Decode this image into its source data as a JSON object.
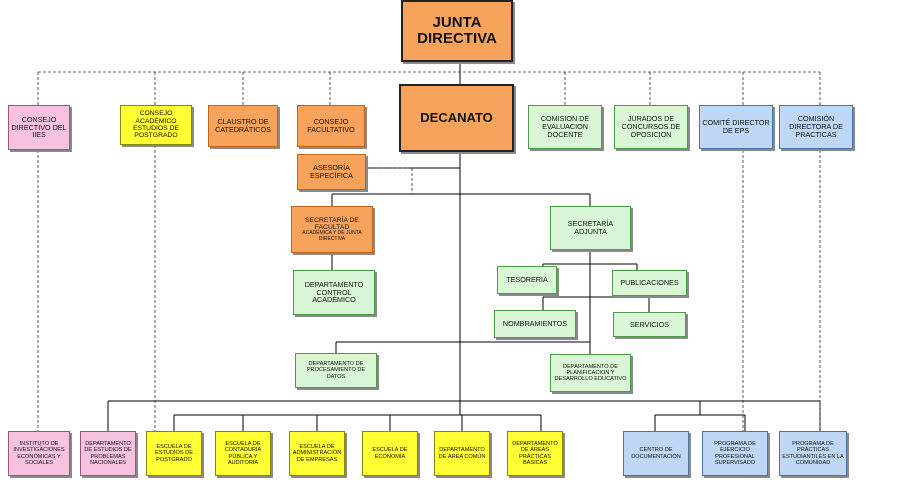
{
  "nodes": {
    "junta": "JUNTA DIRECTIVA",
    "decanato": "DECANATO",
    "consejo_iies": "CONSEJO DIRECTIVO DEL IIES",
    "consejo_postgrado": "CONSEJO ACADÉMICO ESTUDIOS DE POSTGRADO",
    "claustro": "CLAUSTRO DE CATEDRÁTICOS",
    "consejo_facultativo": "CONSEJO FACULTATIVO",
    "comision_evaluacion": "COMISION DE EVALUACION DOCENTE",
    "jurados": "JURADOS DE CONCURSOS DE OPOSICION",
    "comite_eps": "COMITÉ DIRECTOR DE EPS",
    "comision_practicas": "COMISIÓN DIRECTORA DE PRACTICAS",
    "asesoria": "ASESORÍA ESPECÍFICA",
    "secretaria_facultad": "SECRETARÍA DE FACULTAD",
    "secretaria_facultad_sub": "ACADÉMICA Y DE JUNTA DIRECTIVA",
    "secretaria_adjunta": "SECRETARÍA ADJUNTA",
    "control_academico": "DEPARTAMENTO CONTROL ACADÉMICO",
    "tesoreria": "TESORERIA",
    "publicaciones": "PUBLICACIONES",
    "nombramientos": "NOMBRAMIENTOS",
    "servicios": "SERVICIOS",
    "procesamiento_datos": "DEPARTAMENTO DE PROCESAMIENTO DE DATOS",
    "planificacion": "DEPARTAMENTO DE PLANIFICACION Y DESARROLLO EDUCATIVO",
    "instituto": "INSTITUTO DE INVESTIGACIONES ECONÓMICAS Y SOCIALES",
    "depto_problemas": "DEPARTAMENTO DE ESTUDIOS DE PROBLEMAS NACIONALES",
    "escuela_postgrado": "ESCUELA DE ESTUDIOS DE POSTGRADO",
    "escuela_contaduria": "ESCUELA DE CONTADURÍA PÚBLICA Y AUDITORÍA",
    "escuela_administracion": "ESCUELA DE ADMINISTRACIÓN DE EMPRESAS",
    "escuela_economia": "ESCUELA DE ECONOMÍA",
    "depto_area_comun": "DEPARTAMENTO DE ÁREA COMÚN",
    "depto_practicas": "DEPARTAMENTO DE ÁREAS PRÁCTICAS BÁSICAS",
    "centro_documentacion": "CENTRO DE DOCUMENTACIÓN",
    "programa_eps": "PROGRAMA DE EJERCICIO PROFESIONAL SUPERVISADO",
    "programa_practicas": "PROGRAMA DE PRÁCTICAS ESTUDIANTILES EN LA COMUNIDAD"
  },
  "colors": {
    "orange": "#f7a35c",
    "pink": "#f6c2df",
    "yellow": "#ffff33",
    "green": "#d9f6d6",
    "blue": "#bdd7f5"
  }
}
